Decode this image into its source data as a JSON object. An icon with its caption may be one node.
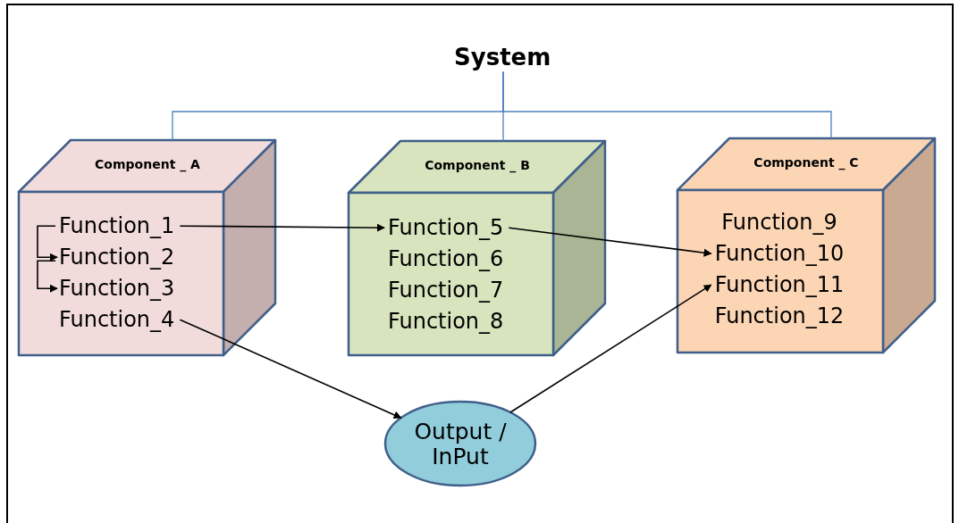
{
  "diagram": {
    "nodes": [
      {
        "text": [
          "System"
        ]
      },
      {
        "text": [
          "Component _ A"
        ]
      },
      {
        "text": [
          "Function_1"
        ],
        "in": 1
      },
      {
        "text": [
          "Function_2"
        ],
        "in": 1
      },
      {
        "text": [
          "Function_3"
        ],
        "in": 1
      },
      {
        "text": [
          "Function_4"
        ],
        "in": 1
      },
      {
        "text": [
          "Component _ B"
        ]
      },
      {
        "text": [
          "Function_5"
        ],
        "in": 6
      },
      {
        "text": [
          "Function_6"
        ],
        "in": 6
      },
      {
        "text": [
          "Function_7"
        ],
        "in": 6
      },
      {
        "text": [
          "Function_8"
        ],
        "in": 6
      },
      {
        "text": [
          "Component _ C"
        ]
      },
      {
        "text": [
          "Function_9"
        ],
        "in": 11
      },
      {
        "text": [
          "Function_10"
        ],
        "in": 11
      },
      {
        "text": [
          "Function_11"
        ],
        "in": 11
      },
      {
        "text": [
          "Function_12"
        ],
        "in": 11
      },
      {
        "text": [
          "Output / InPut"
        ]
      }
    ],
    "edges": [
      {
        "from": 0,
        "to": 1,
        "arrow": "none",
        "color": "#4f81bd"
      },
      {
        "from": 0,
        "to": 6,
        "arrow": "none",
        "color": "#4f81bd"
      },
      {
        "from": 0,
        "to": 11,
        "arrow": "none",
        "color": "#4f81bd"
      },
      {
        "from": 2,
        "to": 3,
        "arrow": "to"
      },
      {
        "from": 3,
        "to": 4,
        "arrow": "to"
      },
      {
        "from": 2,
        "to": 7,
        "arrow": "to"
      },
      {
        "from": 7,
        "to": 13,
        "arrow": "to"
      },
      {
        "from": 5,
        "to": 16,
        "arrow": "to"
      },
      {
        "from": 16,
        "to": 14,
        "arrow": "to"
      }
    ]
  }
}
